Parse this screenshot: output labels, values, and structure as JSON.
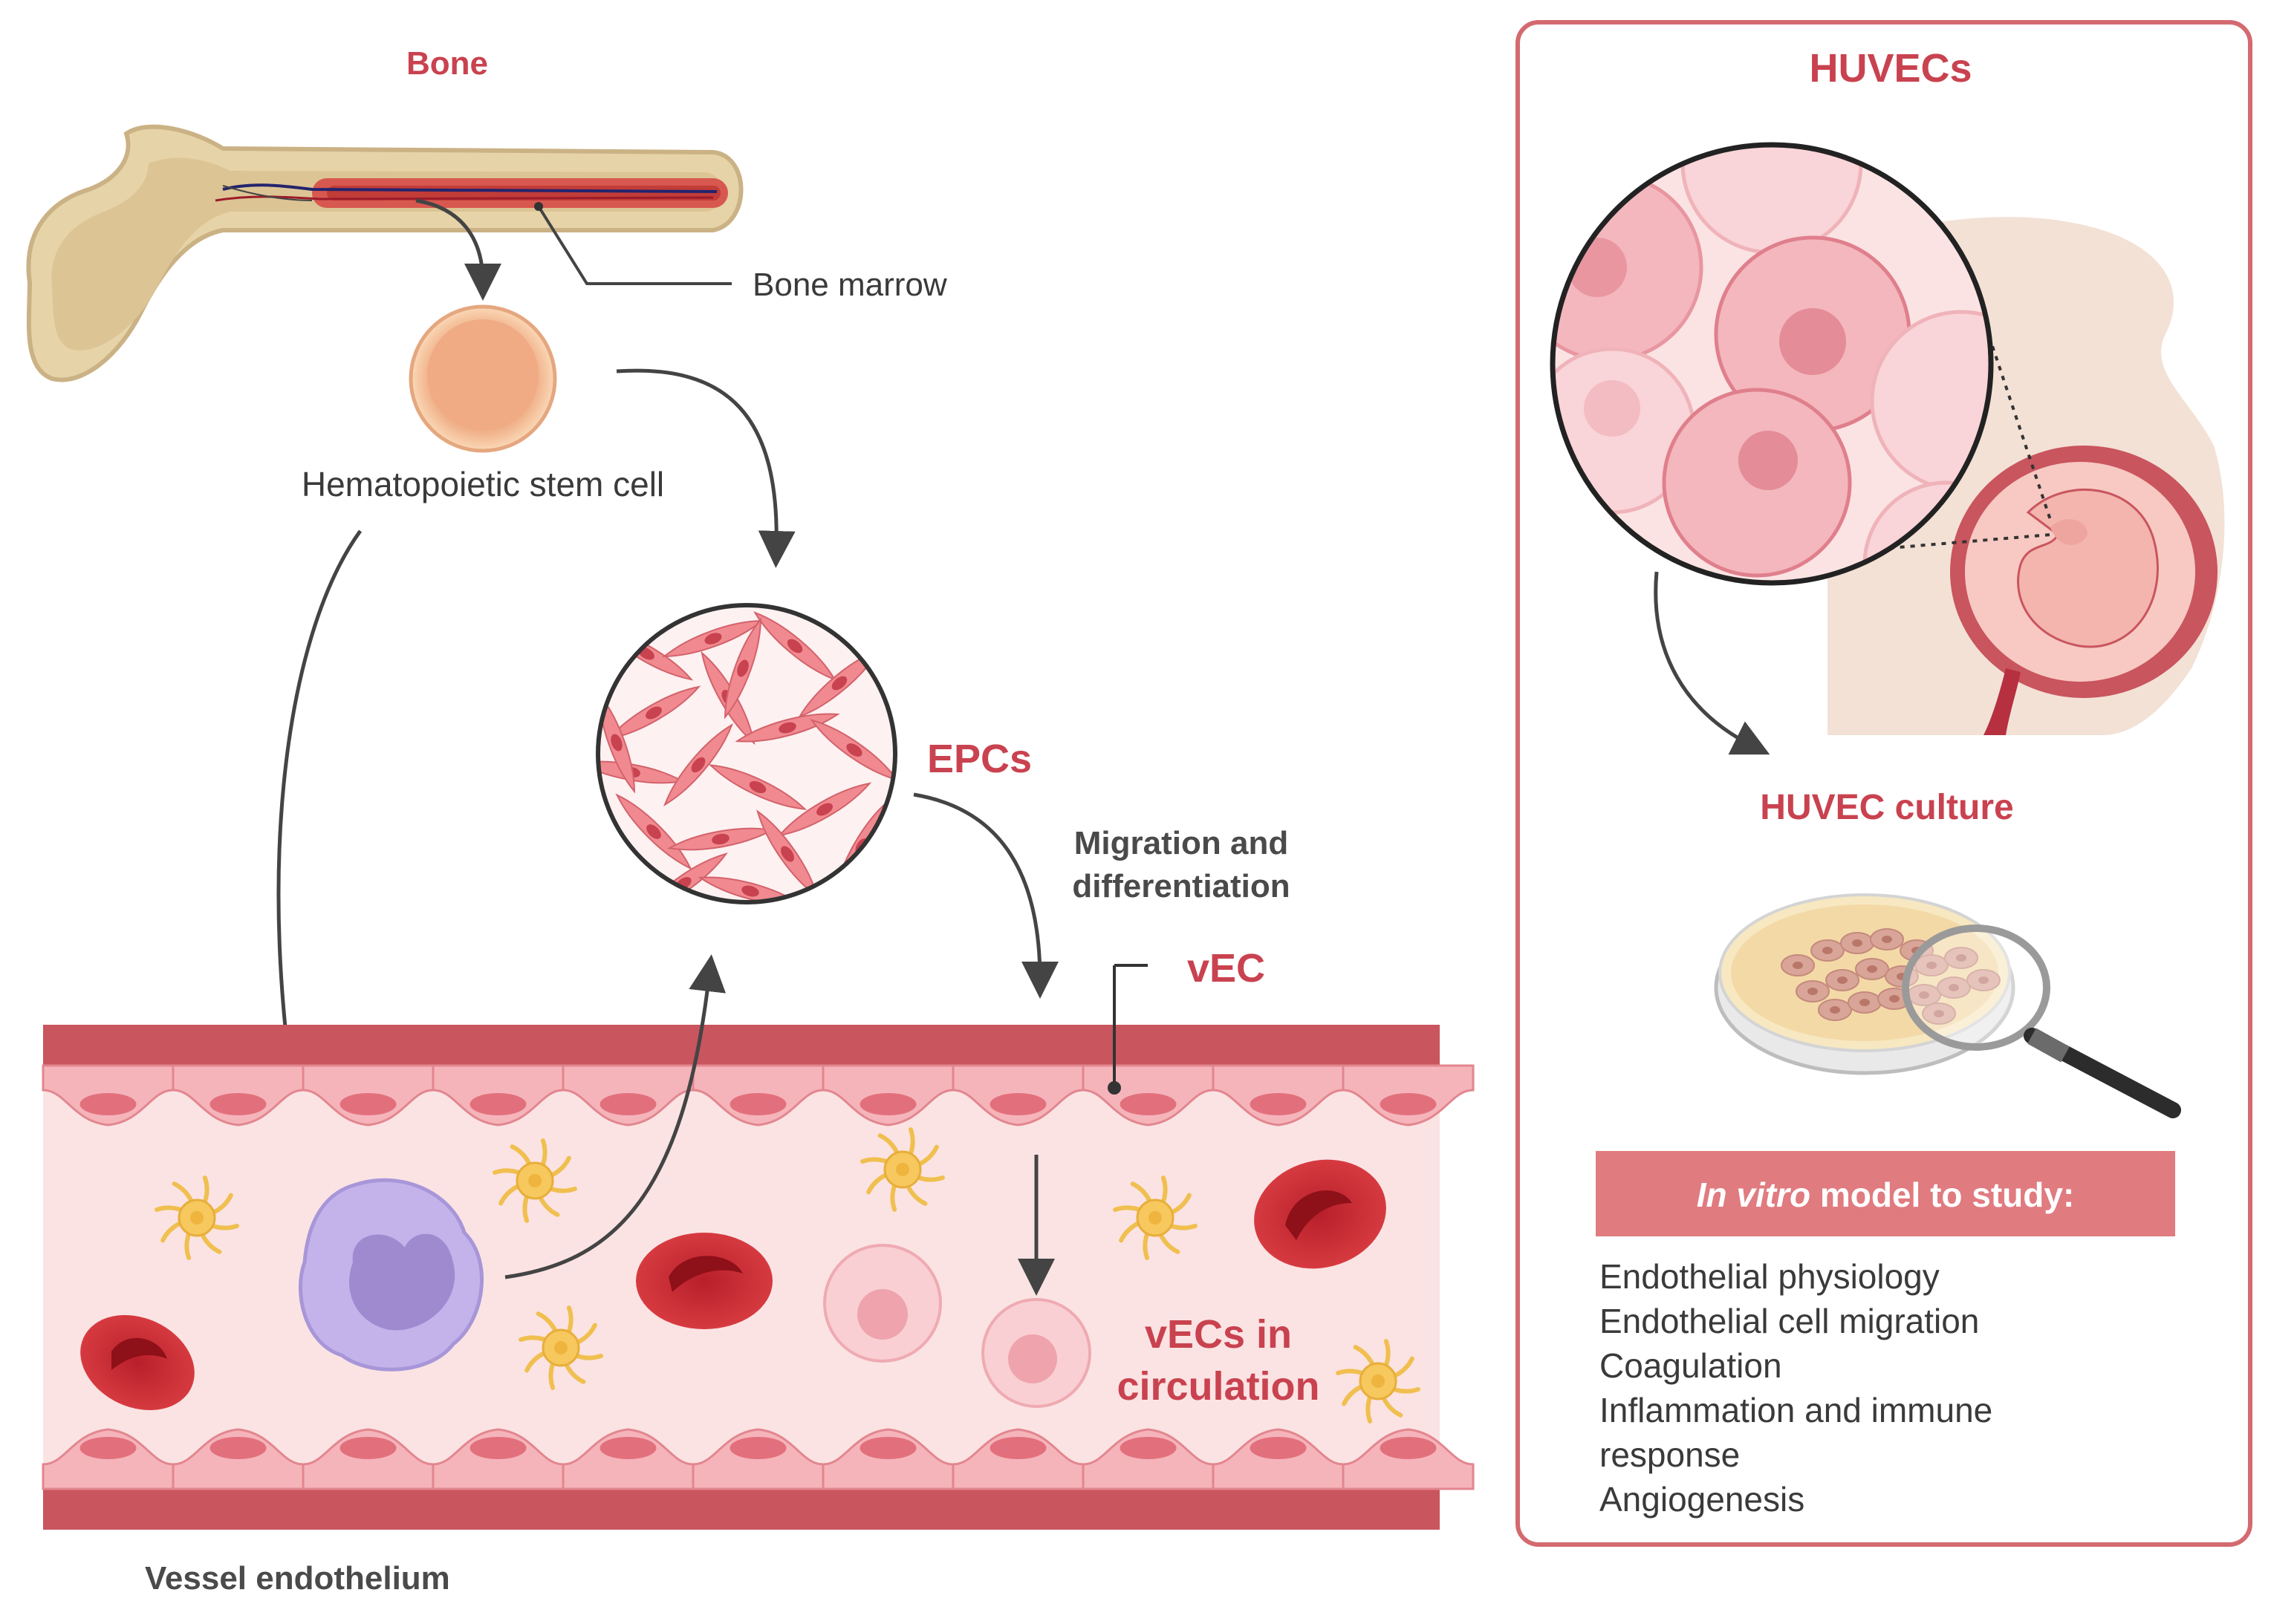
{
  "labels": {
    "bone": "Bone",
    "bone_marrow": "Bone marrow",
    "hsc": "Hematopoietic stem cell",
    "epcs": "EPCs",
    "migration_line1": "Migration and",
    "migration_line2": "differentiation",
    "vec": "vEC",
    "vecs_circ_line1": "vECs in",
    "vecs_circ_line2": "circulation",
    "vessel_endothelium": "Vessel endothelium"
  },
  "huvec_panel": {
    "title": "HUVECs",
    "culture_title": "HUVEC culture",
    "banner_italic": "In vitro",
    "banner_rest": " model to study:",
    "study_items": [
      "Endothelial physiology",
      "Endothelial cell migration",
      "Coagulation",
      "Inflammation and immune",
      "response",
      "Angiogenesis"
    ]
  },
  "colors": {
    "accent_red": "#c9424f",
    "vessel_wall": "#c9555e",
    "vessel_lumen": "#fbe3e3",
    "banner": "#e07b80",
    "panel_border": "#d36a70"
  }
}
